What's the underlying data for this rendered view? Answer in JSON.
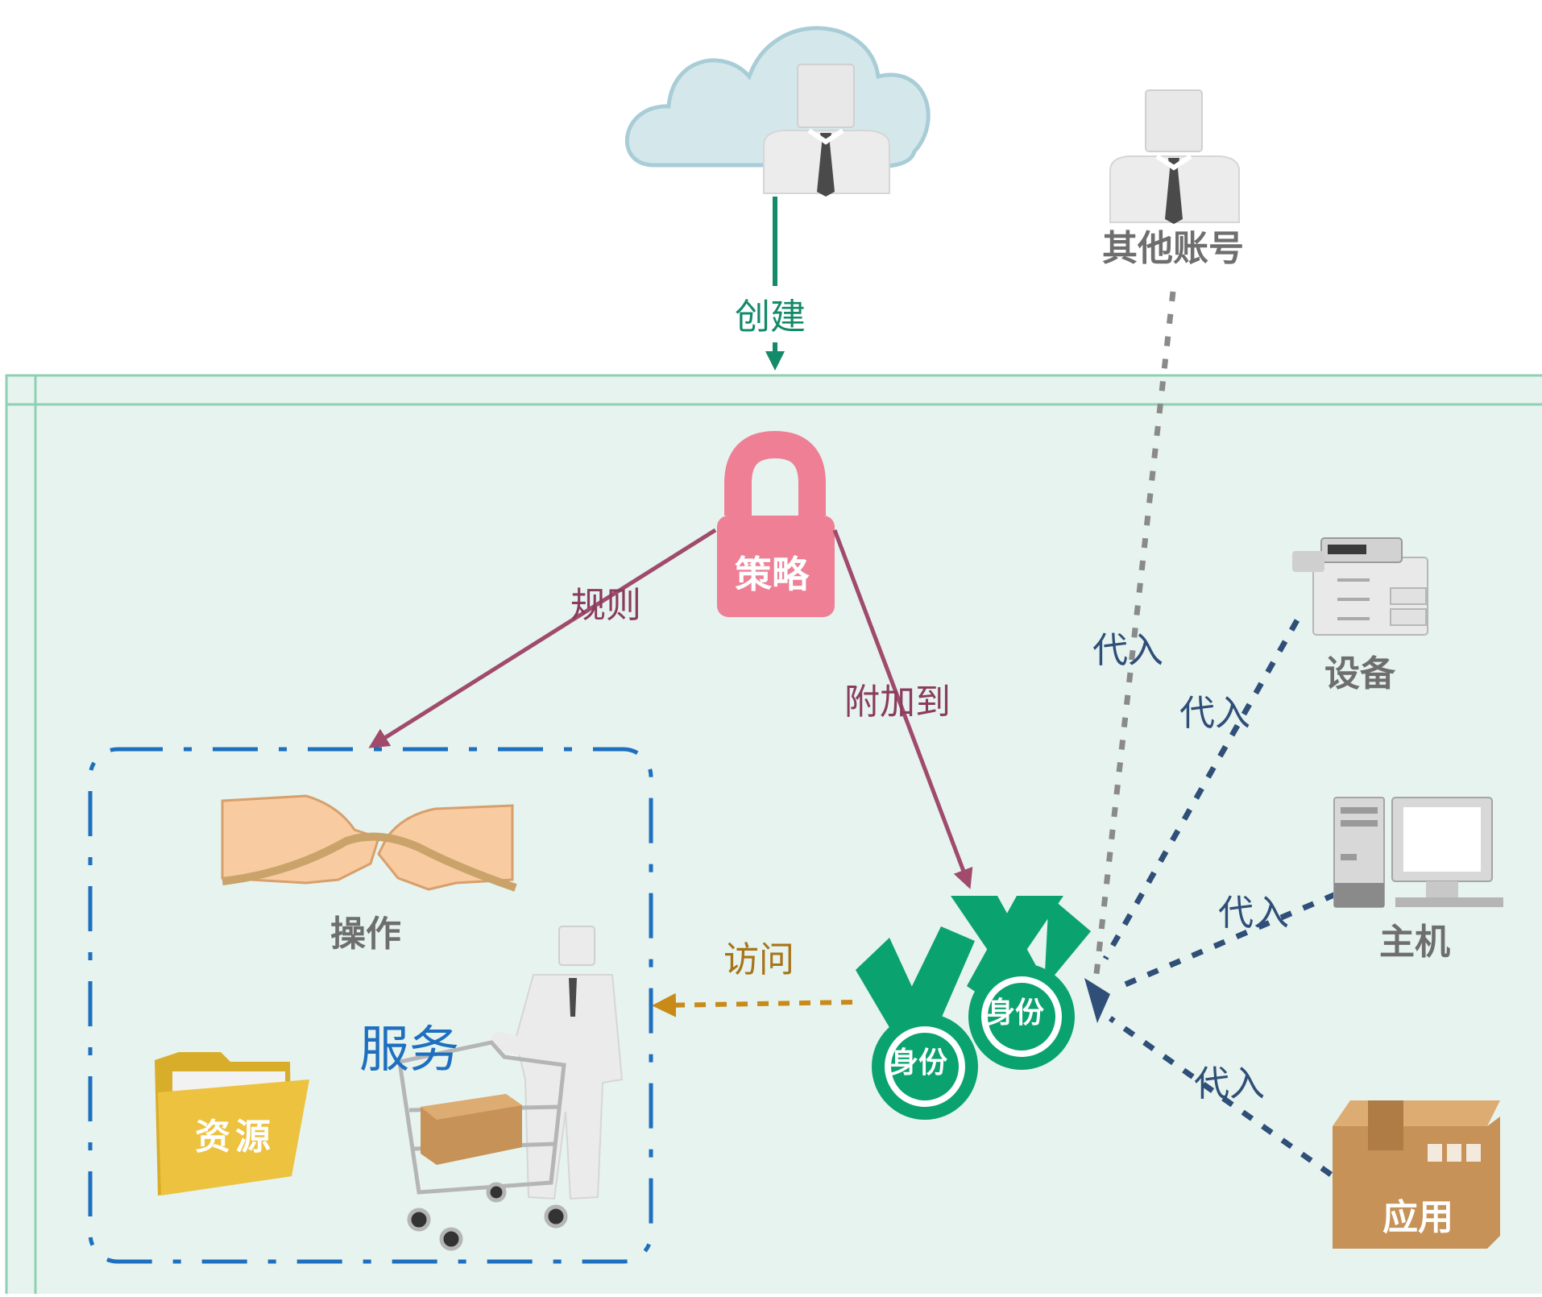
{
  "labels": {
    "create": "创建",
    "other_account": "其他账号",
    "policy": "策略",
    "rule": "规则",
    "attach_to": "附加到",
    "assume": "代入",
    "device": "设备",
    "host": "主机",
    "application": "应用",
    "operation": "操作",
    "access": "访问",
    "service": "服务",
    "resource": "资源",
    "identity": "身份"
  },
  "colors": {
    "account_border": "#8fd0b4",
    "account_fill": "#e6f3ee",
    "create_arrow": "#138a68",
    "policy_lock": "#ee7f95",
    "policy_arrow": "#a04a6c",
    "assume_arrow": "#2f4e78",
    "other_account_line": "#8a8a8a",
    "access_arrow": "#c98a1a",
    "service_box": "#1e6fbf",
    "identity_badge": "#0aa26e"
  }
}
